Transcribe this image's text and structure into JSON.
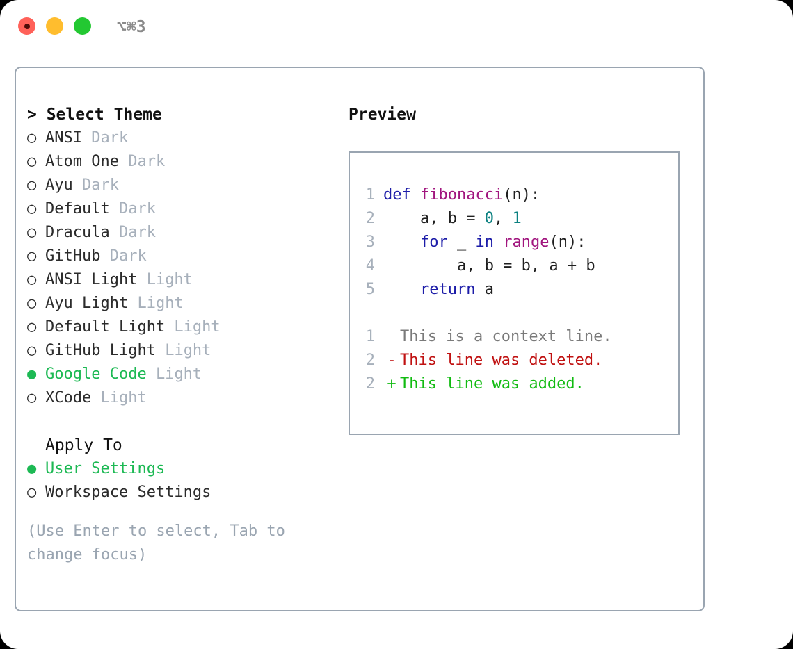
{
  "window": {
    "shortcut_label": "⌥⌘3",
    "traffic_lights": [
      {
        "name": "close",
        "color": "#ff6159"
      },
      {
        "name": "minimize",
        "color": "#ffbd2e"
      },
      {
        "name": "maximize",
        "color": "#23c832"
      }
    ]
  },
  "theme_picker": {
    "heading": "> Select Theme",
    "bullet_selected": "●",
    "bullet_unselected": "○",
    "options": [
      {
        "label": "ANSI",
        "tag": "Dark",
        "selected": false
      },
      {
        "label": "Atom One",
        "tag": "Dark",
        "selected": false
      },
      {
        "label": "Ayu",
        "tag": "Dark",
        "selected": false
      },
      {
        "label": "Default",
        "tag": "Dark",
        "selected": false
      },
      {
        "label": "Dracula",
        "tag": "Dark",
        "selected": false
      },
      {
        "label": "GitHub",
        "tag": "Dark",
        "selected": false
      },
      {
        "label": "ANSI Light",
        "tag": "Light",
        "selected": false
      },
      {
        "label": "Ayu Light",
        "tag": "Light",
        "selected": false
      },
      {
        "label": "Default Light",
        "tag": "Light",
        "selected": false
      },
      {
        "label": "GitHub Light",
        "tag": "Light",
        "selected": false
      },
      {
        "label": "Google Code",
        "tag": "Light",
        "selected": true
      },
      {
        "label": "XCode",
        "tag": "Light",
        "selected": false
      }
    ]
  },
  "apply_to": {
    "heading": "Apply To",
    "options": [
      {
        "label": "User Settings",
        "selected": true
      },
      {
        "label": "Workspace Settings",
        "selected": false
      }
    ]
  },
  "hint": "(Use Enter to select, Tab to change focus)",
  "preview": {
    "title": "Preview",
    "code_lines": [
      {
        "no": "1",
        "tokens": [
          {
            "t": "def",
            "c": "kw"
          },
          {
            "t": " ",
            "c": "pl"
          },
          {
            "t": "fibonacci",
            "c": "fn"
          },
          {
            "t": "(n):",
            "c": "pl"
          }
        ]
      },
      {
        "no": "2",
        "tokens": [
          {
            "t": "    a, b = ",
            "c": "pl"
          },
          {
            "t": "0",
            "c": "num"
          },
          {
            "t": ", ",
            "c": "pl"
          },
          {
            "t": "1",
            "c": "num"
          }
        ]
      },
      {
        "no": "3",
        "tokens": [
          {
            "t": "    ",
            "c": "pl"
          },
          {
            "t": "for",
            "c": "kw"
          },
          {
            "t": " _ ",
            "c": "pl"
          },
          {
            "t": "in",
            "c": "kw"
          },
          {
            "t": " ",
            "c": "pl"
          },
          {
            "t": "range",
            "c": "fn"
          },
          {
            "t": "(n):",
            "c": "pl"
          }
        ]
      },
      {
        "no": "4",
        "tokens": [
          {
            "t": "        a, b = b, a + b",
            "c": "pl"
          }
        ]
      },
      {
        "no": "5",
        "tokens": [
          {
            "t": "    ",
            "c": "pl"
          },
          {
            "t": "return",
            "c": "kw"
          },
          {
            "t": " a",
            "c": "pl"
          }
        ]
      }
    ],
    "diff_lines": [
      {
        "no": "1",
        "mark": " ",
        "text": "This is a context line.",
        "kind": "d-ctx"
      },
      {
        "no": "2",
        "mark": "-",
        "text": "This line was deleted.",
        "kind": "d-del"
      },
      {
        "no": "2",
        "mark": "+",
        "text": "This line was added.",
        "kind": "d-add"
      }
    ]
  },
  "colors": {
    "accent_green": "#1db954",
    "muted": "#a7b0bb",
    "border": "#9aa5b1",
    "keyword": "#1c1ca8",
    "function": "#a1157e",
    "number": "#0b8080",
    "diff_add": "#11bb11",
    "diff_del": "#c01111"
  }
}
